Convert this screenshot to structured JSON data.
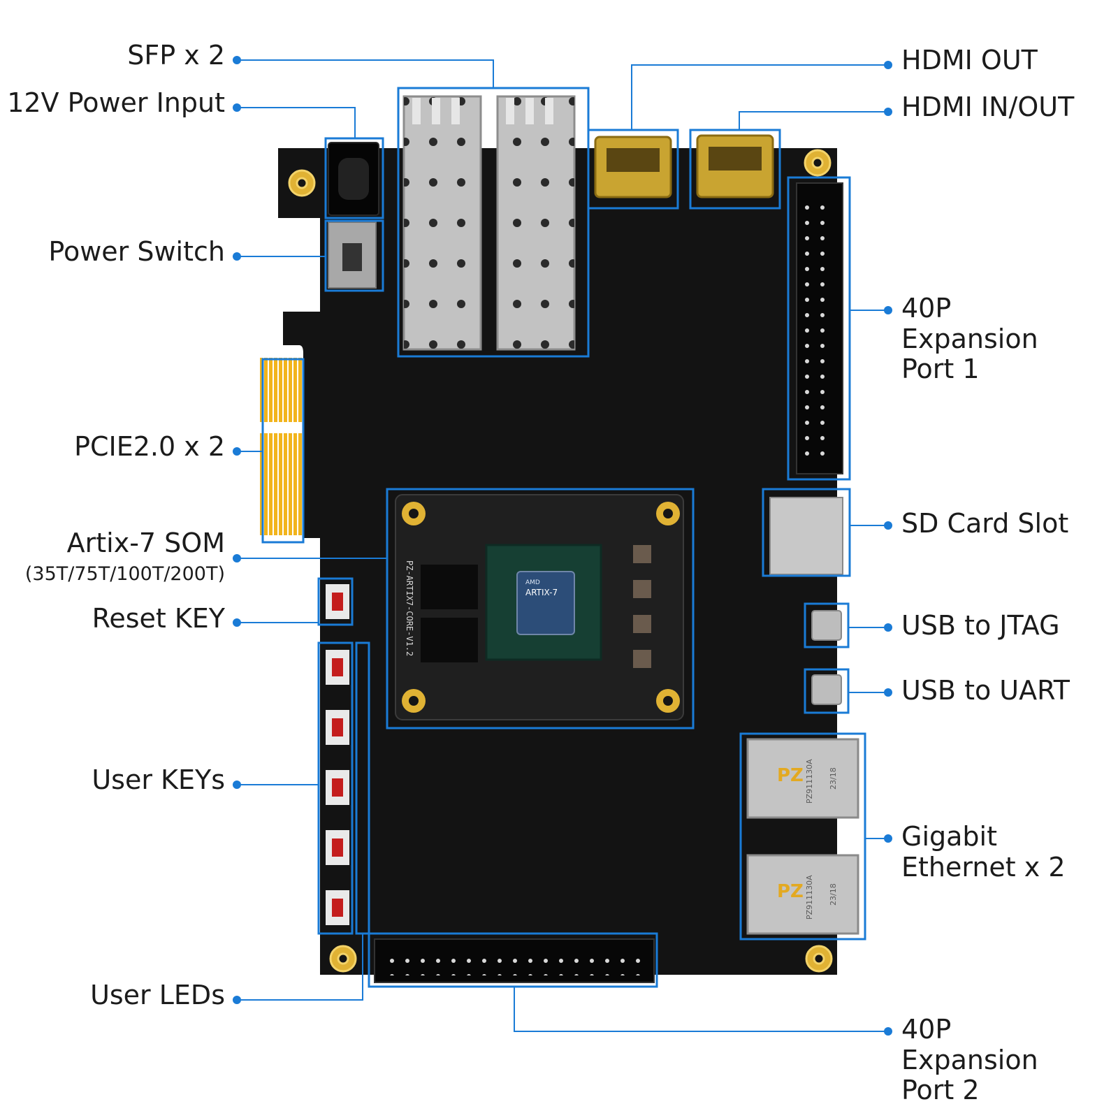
{
  "colors": {
    "callout": "#1a7bd6",
    "pcb": "#121212",
    "gold": "#e6b325",
    "metal": "#b9b9b9"
  },
  "labels": {
    "sfp": "SFP x 2",
    "power_input": "12V Power Input",
    "power_switch": "Power Switch",
    "pcie": "PCIE2.0 x 2",
    "som": "Artix-7 SOM",
    "som_variants": "(35T/75T/100T/200T)",
    "reset_key": "Reset KEY",
    "user_keys": "User KEYs",
    "user_leds": "User LEDs",
    "hdmi_out": "HDMI OUT",
    "hdmi_in_out": "HDMI IN/OUT",
    "expansion_1": "40P\nExpansion\nPort 1",
    "sd_card": "SD Card Slot",
    "usb_jtag": "USB to JTAG",
    "usb_uart": "USB to UART",
    "ethernet": "Gigabit\nEthernet x 2",
    "expansion_2": "40P\nExpansion\nPort 2"
  },
  "board_marks": {
    "chip_brand": "AMD",
    "chip_name": "ARTIX-7",
    "som_silk": "PZ-ARTIX7-CORE-V1.2",
    "rj45_part": "PZ911130A",
    "rj45_date": "23/18",
    "logo": "PZ"
  }
}
